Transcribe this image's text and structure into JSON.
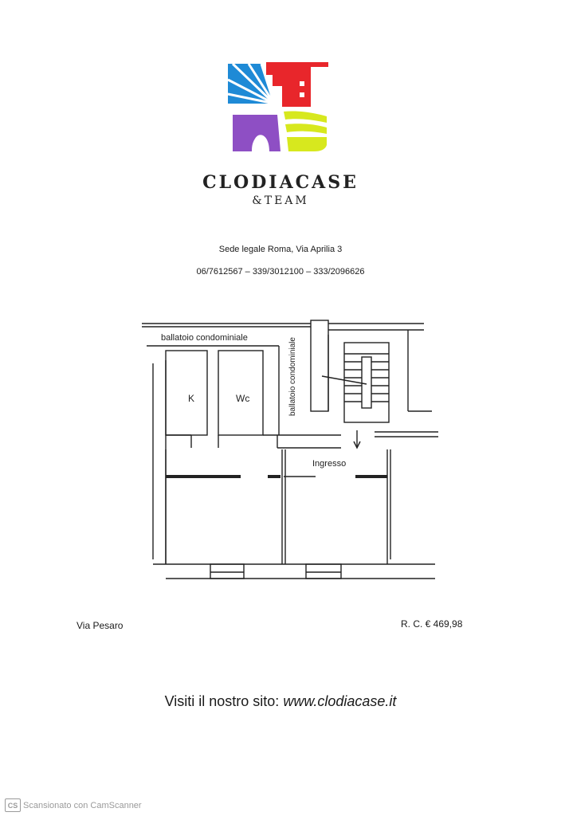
{
  "header": {
    "brand_name": "CLODIACASE",
    "brand_sub": "&TEAM",
    "logo_icon": "clodiacase-logo-icon",
    "logo_colors": {
      "blue": "#1e8ad6",
      "red": "#e8262b",
      "purple": "#8e4fc4",
      "yellow_green": "#d7e81e"
    }
  },
  "contact": {
    "address": "Sede legale Roma, Via Aprilia 3",
    "phones": "06/7612567 – 339/3012100 – 333/2096626"
  },
  "floor_plan": {
    "labels": {
      "gallery_horizontal": "ballatoio condominiale",
      "gallery_vertical": "ballatoio condominiale",
      "kitchen": "K",
      "wc": "Wc",
      "entrance": "Ingresso"
    }
  },
  "footer": {
    "street": "Via Pesaro",
    "cadastral_income": "R. C.  € 469,98",
    "website_prefix": "Visiti il nostro sito: ",
    "website_url": "www.clodiacase.it"
  },
  "watermark": {
    "icon_text": "CS",
    "text": "Scansionato con CamScanner"
  }
}
